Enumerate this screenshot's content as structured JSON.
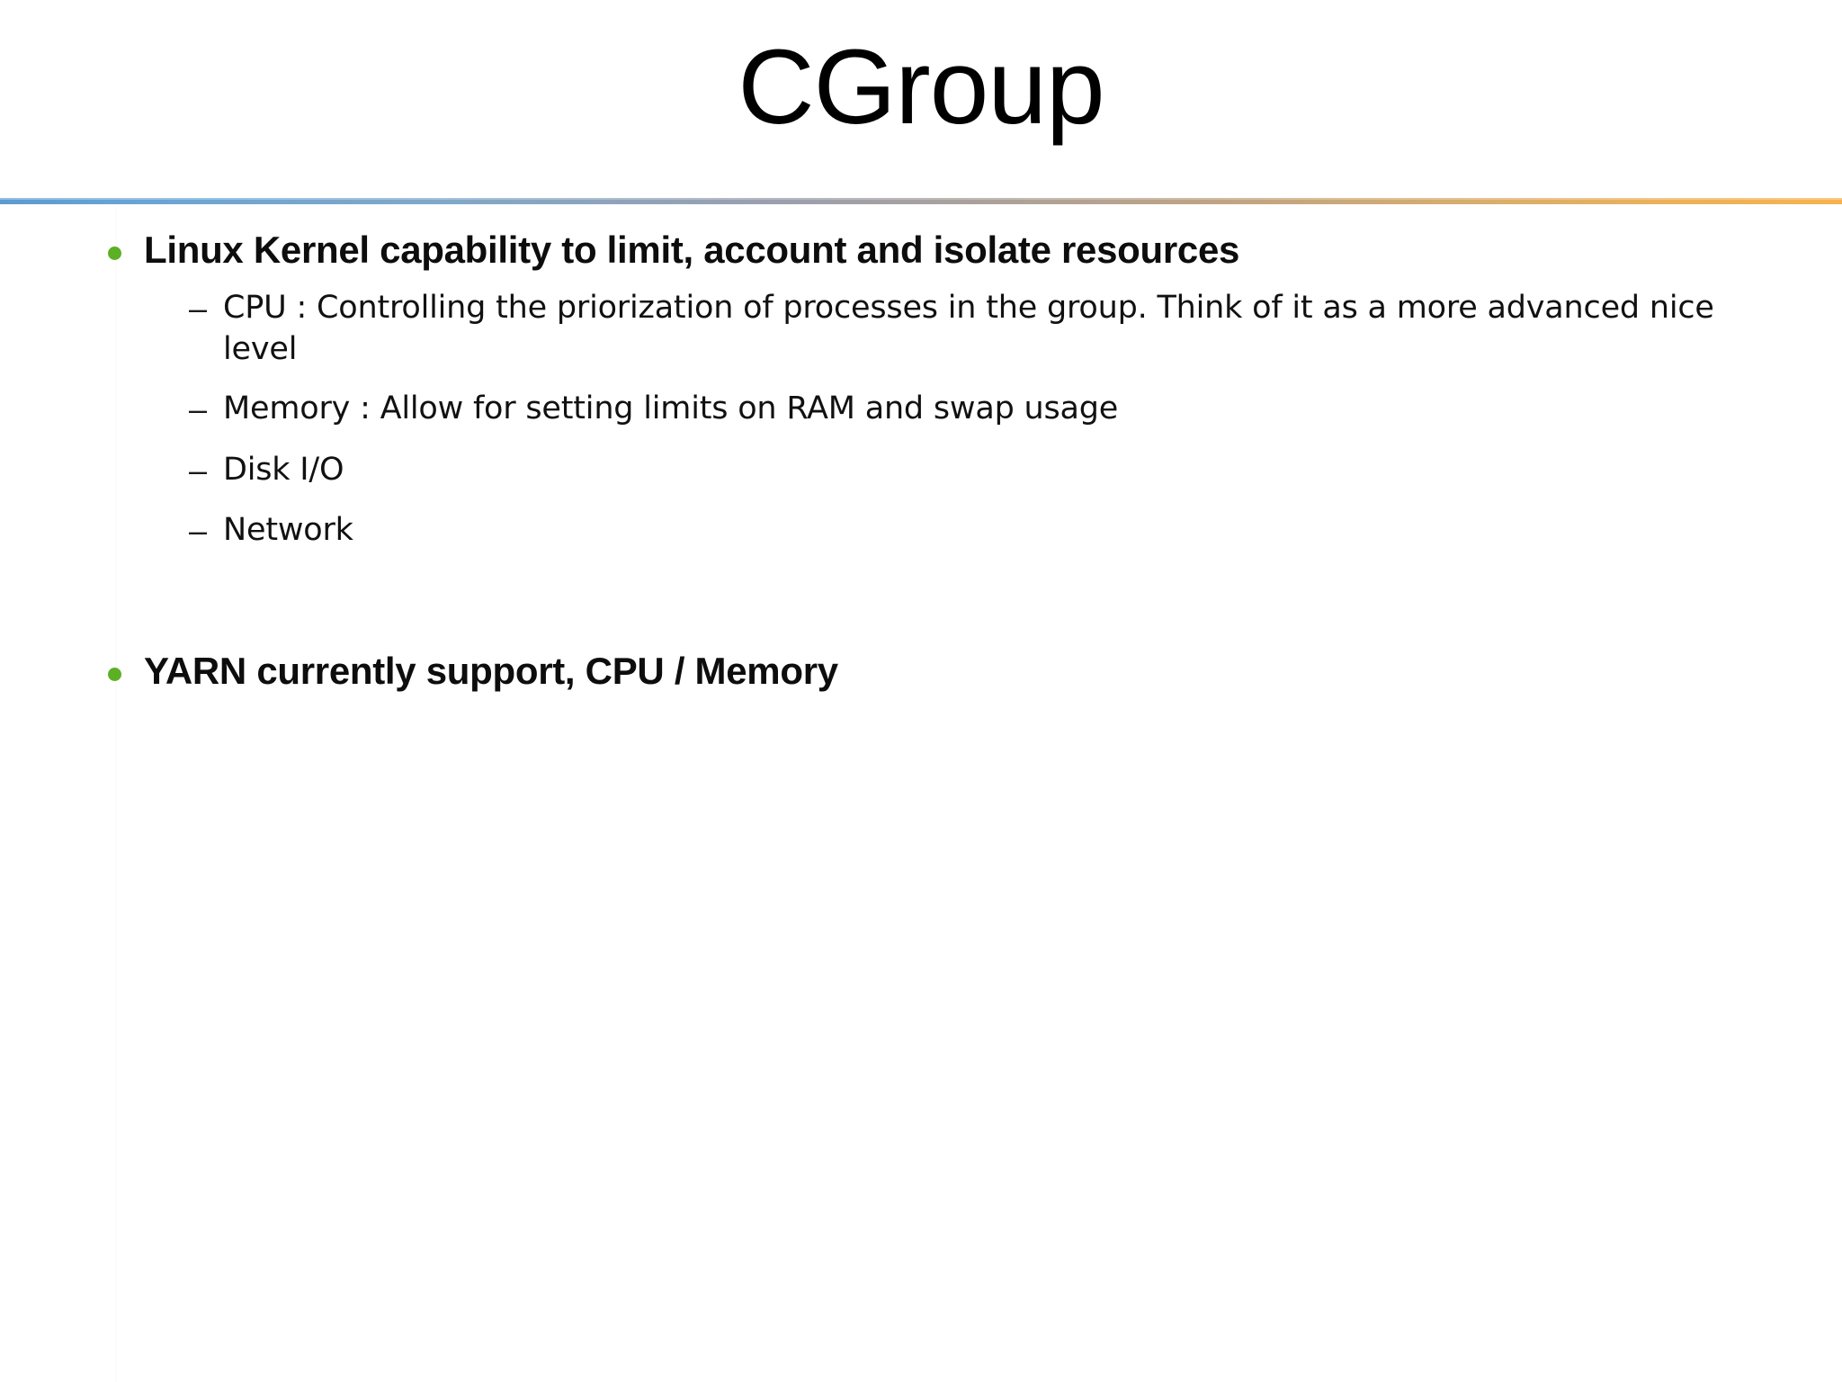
{
  "slide": {
    "title": "CGroup",
    "divider": {
      "color_left": "#5b9bd1",
      "color_mid": "#a9a19e",
      "color_right": "#f6b24f"
    },
    "background_color": "#ffffff",
    "bullet_color": "#5cb025",
    "sub_marker": "–",
    "bullets": [
      {
        "text": "Linux Kernel capability to limit, account and isolate resources",
        "children": [
          "CPU : Controlling the priorization of processes in the group. Think of it as a more advanced nice level",
          "Memory : Allow for setting limits on RAM and swap usage",
          "Disk I/O",
          "Network"
        ]
      },
      {
        "text": "YARN currently support, CPU / Memory",
        "children": []
      }
    ]
  }
}
